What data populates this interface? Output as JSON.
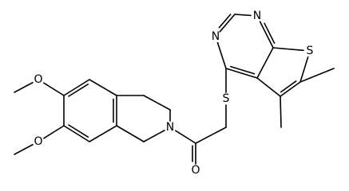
{
  "molecule": {
    "atoms": [
      {
        "id": "N_pyr_top",
        "element": "N"
      },
      {
        "id": "N_pyr_left",
        "element": "N"
      },
      {
        "id": "S_thio",
        "element": "S"
      },
      {
        "id": "S_link",
        "element": "S"
      },
      {
        "id": "N_amide",
        "element": "N"
      },
      {
        "id": "O_carbonyl",
        "element": "O"
      },
      {
        "id": "O_methoxy_top",
        "element": "O"
      },
      {
        "id": "O_methoxy_bottom",
        "element": "O"
      }
    ]
  },
  "colors": {
    "bond": "#000000",
    "label": "#000000",
    "background": "#ffffff"
  }
}
